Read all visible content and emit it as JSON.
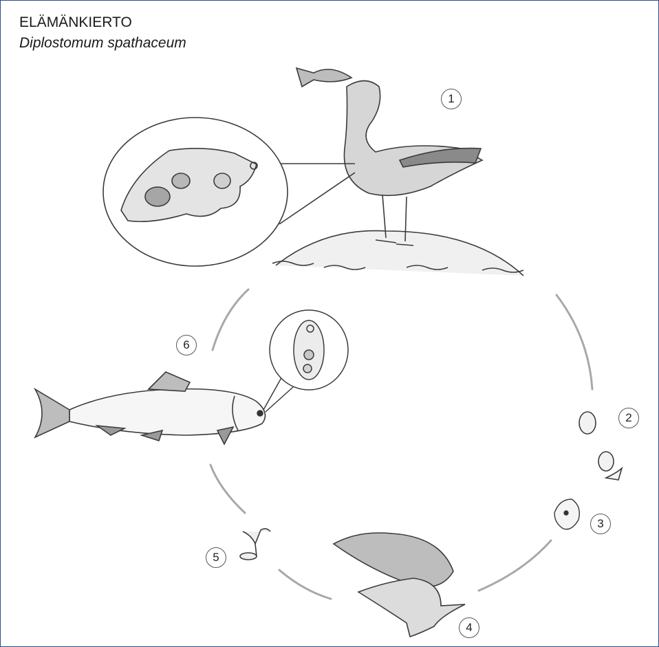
{
  "title": "ELÄMÄNKIERTO",
  "subtitle": "Diplostomum spathaceum",
  "stages": [
    {
      "label": "1"
    },
    {
      "label": "2"
    },
    {
      "label": "3"
    },
    {
      "label": "4"
    },
    {
      "label": "5"
    },
    {
      "label": "6"
    }
  ],
  "colors": {
    "frame": "#2b4b8c",
    "cycle_line": "#a8a8a8",
    "ink": "#3a3a3a"
  }
}
